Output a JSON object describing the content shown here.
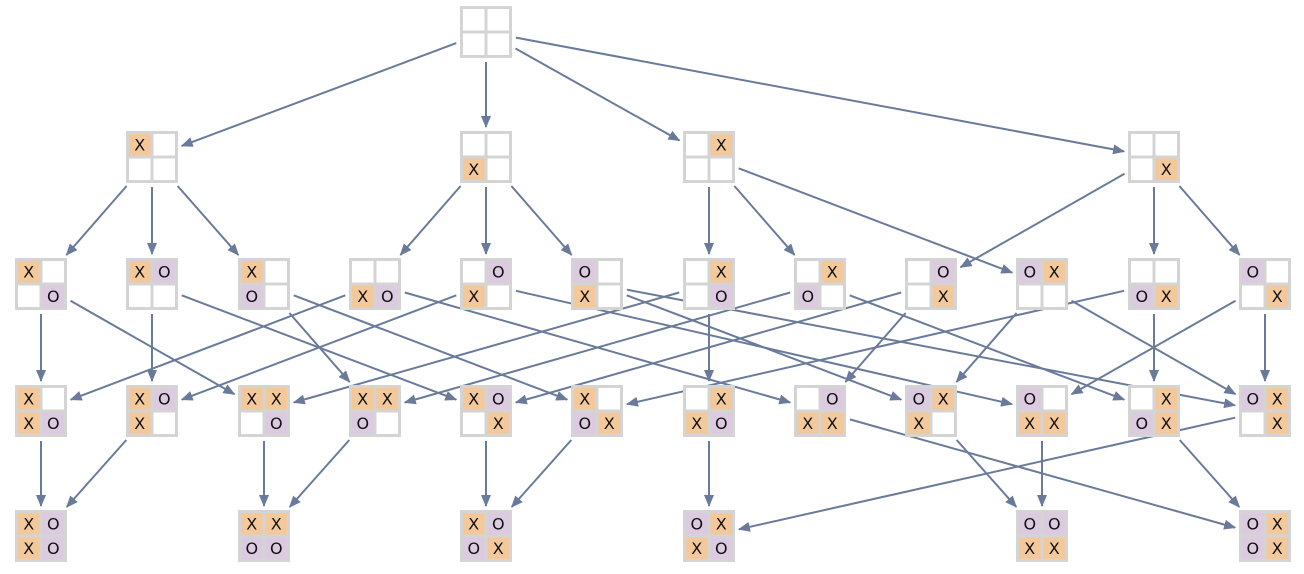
{
  "diagram": {
    "title": "",
    "colors": {
      "edge": "#6a7a9a",
      "board_frame": "#d4d4d4",
      "cell_empty": "#ffffff",
      "cell_x": "#f3c99c",
      "cell_o": "#dccae0",
      "mark": "#111111"
    },
    "marks": {
      "x": "X",
      "o": "O"
    },
    "levels": [
      [
        {
          "id": "r",
          "cells": [
            "",
            "",
            "",
            ""
          ]
        }
      ],
      [
        {
          "id": "a",
          "cells": [
            "x",
            "",
            "",
            ""
          ]
        },
        {
          "id": "b",
          "cells": [
            "",
            "",
            "x",
            ""
          ]
        },
        {
          "id": "c",
          "cells": [
            "",
            "x",
            "",
            ""
          ]
        },
        {
          "id": "d",
          "cells": [
            "",
            "",
            "",
            "x"
          ]
        }
      ],
      [
        {
          "id": "a1",
          "cells": [
            "x",
            "",
            "",
            "o"
          ]
        },
        {
          "id": "a2",
          "cells": [
            "x",
            "o",
            "",
            ""
          ]
        },
        {
          "id": "a3",
          "cells": [
            "x",
            "",
            "o",
            ""
          ]
        },
        {
          "id": "b1",
          "cells": [
            "",
            "",
            "x",
            "o"
          ]
        },
        {
          "id": "b2",
          "cells": [
            "",
            "o",
            "x",
            ""
          ]
        },
        {
          "id": "b3",
          "cells": [
            "o",
            "",
            "x",
            ""
          ]
        },
        {
          "id": "c1",
          "cells": [
            "",
            "x",
            "",
            "o"
          ]
        },
        {
          "id": "c2",
          "cells": [
            "",
            "x",
            "o",
            ""
          ]
        },
        {
          "id": "d1",
          "cells": [
            "",
            "o",
            "",
            "x"
          ]
        },
        {
          "id": "c3",
          "cells": [
            "o",
            "x",
            "",
            ""
          ]
        },
        {
          "id": "d2",
          "cells": [
            "",
            "",
            "o",
            "x"
          ]
        },
        {
          "id": "d3",
          "cells": [
            "o",
            "",
            "",
            "x"
          ]
        }
      ],
      [
        {
          "id": "e1",
          "cells": [
            "x",
            "",
            "x",
            "o"
          ]
        },
        {
          "id": "e2",
          "cells": [
            "x",
            "o",
            "x",
            ""
          ]
        },
        {
          "id": "e3",
          "cells": [
            "x",
            "x",
            "",
            "o"
          ]
        },
        {
          "id": "e4",
          "cells": [
            "x",
            "x",
            "o",
            ""
          ]
        },
        {
          "id": "e5",
          "cells": [
            "x",
            "o",
            "",
            "x"
          ]
        },
        {
          "id": "e6",
          "cells": [
            "x",
            "",
            "o",
            "x"
          ]
        },
        {
          "id": "e7",
          "cells": [
            "",
            "x",
            "x",
            "o"
          ]
        },
        {
          "id": "e8",
          "cells": [
            "",
            "o",
            "x",
            "x"
          ]
        },
        {
          "id": "e9",
          "cells": [
            "o",
            "x",
            "x",
            ""
          ]
        },
        {
          "id": "e10",
          "cells": [
            "o",
            "",
            "x",
            "x"
          ]
        },
        {
          "id": "e11",
          "cells": [
            "",
            "x",
            "o",
            "x"
          ]
        },
        {
          "id": "e12",
          "cells": [
            "o",
            "x",
            "",
            "x"
          ]
        }
      ],
      [
        {
          "id": "f1",
          "cells": [
            "x",
            "o",
            "x",
            "o"
          ]
        },
        {
          "id": "f2",
          "cells": [
            "x",
            "x",
            "o",
            "o"
          ]
        },
        {
          "id": "f3",
          "cells": [
            "x",
            "o",
            "o",
            "x"
          ]
        },
        {
          "id": "f4",
          "cells": [
            "o",
            "x",
            "x",
            "o"
          ]
        },
        {
          "id": "f5",
          "cells": [
            "o",
            "o",
            "x",
            "x"
          ]
        },
        {
          "id": "f6",
          "cells": [
            "o",
            "x",
            "o",
            "x"
          ]
        }
      ]
    ],
    "edges": [
      [
        "r",
        "a"
      ],
      [
        "r",
        "b"
      ],
      [
        "r",
        "c"
      ],
      [
        "r",
        "d"
      ],
      [
        "a",
        "a1"
      ],
      [
        "a",
        "a2"
      ],
      [
        "a",
        "a3"
      ],
      [
        "b",
        "b1"
      ],
      [
        "b",
        "b2"
      ],
      [
        "b",
        "b3"
      ],
      [
        "c",
        "c1"
      ],
      [
        "c",
        "c2"
      ],
      [
        "c",
        "c3"
      ],
      [
        "d",
        "d1"
      ],
      [
        "d",
        "d2"
      ],
      [
        "d",
        "d3"
      ],
      [
        "a1",
        "e1"
      ],
      [
        "a1",
        "e3"
      ],
      [
        "a2",
        "e2"
      ],
      [
        "a2",
        "e5"
      ],
      [
        "a3",
        "e4"
      ],
      [
        "a3",
        "e6"
      ],
      [
        "b1",
        "e1"
      ],
      [
        "b1",
        "e8"
      ],
      [
        "b2",
        "e2"
      ],
      [
        "b2",
        "e10"
      ],
      [
        "b3",
        "e9"
      ],
      [
        "b3",
        "e12"
      ],
      [
        "c1",
        "e3"
      ],
      [
        "c1",
        "e7"
      ],
      [
        "c2",
        "e4"
      ],
      [
        "c2",
        "e11"
      ],
      [
        "c3",
        "e9"
      ],
      [
        "c3",
        "e12"
      ],
      [
        "d1",
        "e5"
      ],
      [
        "d1",
        "e8"
      ],
      [
        "d2",
        "e6"
      ],
      [
        "d2",
        "e11"
      ],
      [
        "d3",
        "e10"
      ],
      [
        "d3",
        "e12"
      ],
      [
        "e1",
        "f1"
      ],
      [
        "e2",
        "f1"
      ],
      [
        "e3",
        "f2"
      ],
      [
        "e4",
        "f2"
      ],
      [
        "e5",
        "f3"
      ],
      [
        "e6",
        "f3"
      ],
      [
        "e7",
        "f4"
      ],
      [
        "e9",
        "f5"
      ],
      [
        "e8",
        "f6"
      ],
      [
        "e10",
        "f5"
      ],
      [
        "e11",
        "f6"
      ],
      [
        "e12",
        "f4"
      ]
    ]
  }
}
